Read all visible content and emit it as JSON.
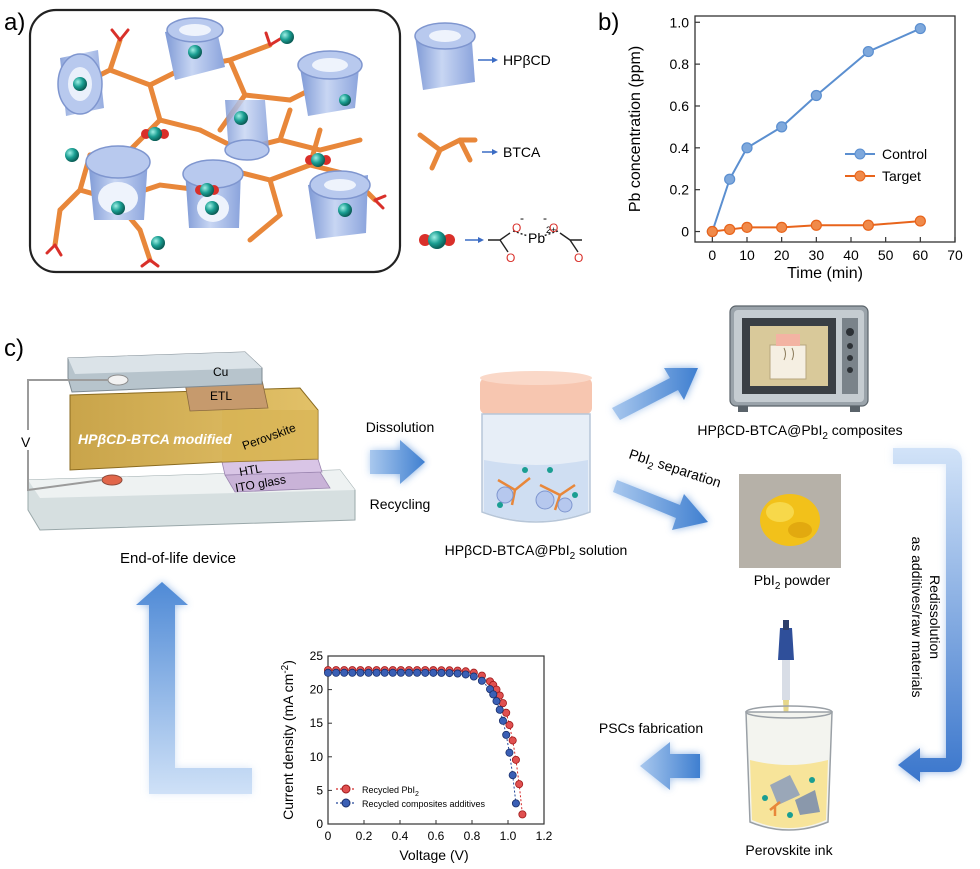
{
  "panel_a": {
    "label": "a)",
    "legend": {
      "hpbcd": "HPβCD",
      "btca": "BTCA",
      "pb_ion": "Pb",
      "pb_charge": "2+",
      "o_minus_1": "O",
      "o_minus_2": "O",
      "o_1": "O",
      "o_2": "O",
      "minus_1": "-",
      "minus_2": "-"
    }
  },
  "panel_b": {
    "label": "b)"
  },
  "panel_c": {
    "label": "c)",
    "device": {
      "layers": {
        "cu": "Cu",
        "etl": "ETL",
        "perovskite": "Perovskite",
        "modified": "HPβCD-BTCA modified",
        "htl": "HTL",
        "ito": "ITO glass"
      },
      "voltage_label": "V",
      "caption": "End-of-life device"
    },
    "steps": {
      "dissolution": "Dissolution",
      "recycling": "Recycling",
      "solution_caption": "HPβCD-BTCA@PbI",
      "solution_caption_sub": "2",
      "solution_caption_end": " solution",
      "separation": "PbI",
      "separation_sub": "2",
      "separation_end": " separation",
      "composites": "HPβCD-BTCA@PbI",
      "composites_sub": "2",
      "composites_end": " composites",
      "powder": "PbI",
      "powder_sub": "2",
      "powder_end": " powder",
      "redissolution": "Redissolution",
      "redissolution_2": "as additives/raw materials",
      "ink": "Perovskite ink",
      "fabrication": "PSCs fabrication"
    }
  },
  "chart_data": [
    {
      "type": "line",
      "xlabel": "Time (min)",
      "ylabel": "Pb concentration (ppm)",
      "xlim": [
        -5,
        70
      ],
      "ylim": [
        -0.05,
        1.03
      ],
      "xticks": [
        "0",
        "10",
        "20",
        "30",
        "40",
        "50",
        "60",
        "70"
      ],
      "yticks": [
        "0",
        "0.2",
        "0.4",
        "0.6",
        "0.8",
        "1.0"
      ],
      "legend_position": "right",
      "series": [
        {
          "name": "Control",
          "color": "#5b8fd0",
          "x": [
            0,
            5,
            10,
            20,
            30,
            45,
            60
          ],
          "y": [
            0,
            0.25,
            0.4,
            0.5,
            0.65,
            0.86,
            0.97
          ]
        },
        {
          "name": "Target",
          "color": "#e8641b",
          "x": [
            0,
            5,
            10,
            20,
            30,
            45,
            60
          ],
          "y": [
            0,
            0.01,
            0.02,
            0.02,
            0.03,
            0.03,
            0.05
          ]
        }
      ]
    },
    {
      "type": "scatter",
      "xlabel": "Voltage (V)",
      "ylabel": "Current density (mA cm",
      "ylabel_sup": "-2",
      "ylabel_end": ")",
      "xlim": [
        0,
        1.2
      ],
      "ylim": [
        0,
        25
      ],
      "xticks": [
        "0",
        "0.2",
        "0.4",
        "0.6",
        "0.8",
        "1.0",
        "1.2"
      ],
      "yticks": [
        "0",
        "5",
        "10",
        "15",
        "20",
        "25"
      ],
      "legend_position": "bottom-left",
      "series": [
        {
          "name": "Recycled PbI",
          "name_sub": "2",
          "color": "#d42a2a",
          "jsc": 22.9,
          "voc": 1.085
        },
        {
          "name": "Recycled composites additives",
          "color": "#24479a",
          "jsc": 22.5,
          "voc": 1.055
        }
      ]
    }
  ]
}
